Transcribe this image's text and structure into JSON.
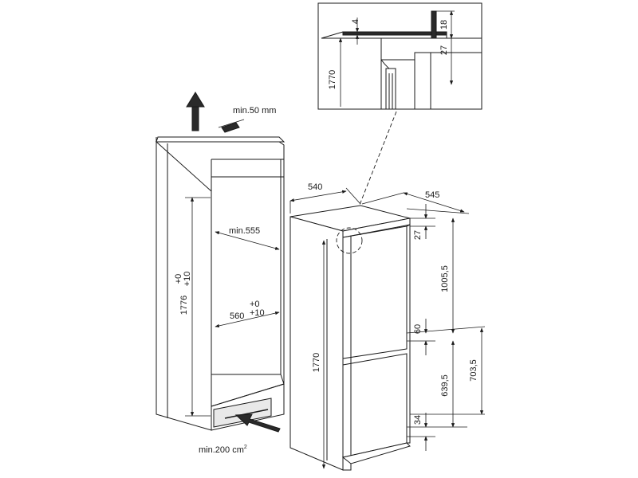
{
  "labels": {
    "min_top_gap": "min.50 mm",
    "min_depth": "min.555",
    "niche_height": "1776",
    "niche_height_tol_top": "+0",
    "niche_height_tol_bottom": "+10",
    "niche_width": "560",
    "niche_width_tol_top": "+0",
    "niche_width_tol_bottom": "+10",
    "min_vent_area": "min.200 cm",
    "min_vent_area_sup": "2",
    "appliance_width": "540",
    "appliance_depth": "545",
    "top_offset": "27",
    "upper_door": "1005,5",
    "door_gap": "60",
    "lower_door": "639,5",
    "lower_section": "703,5",
    "bottom_offset": "34",
    "appliance_height": "1770",
    "detail_gap": "4",
    "detail_height": "1770",
    "detail_top": "18",
    "detail_offset": "27"
  }
}
